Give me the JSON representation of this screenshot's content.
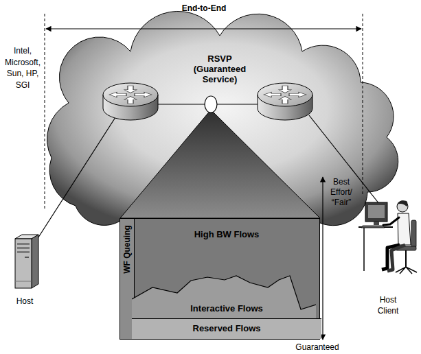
{
  "diagram": {
    "nodes": [
      {
        "text": [
          "RSVP (Guaranteed Service)"
        ]
      },
      {
        "text": [
          "Host"
        ]
      },
      {
        "text": [
          "WF Queuing"
        ]
      },
      {
        "text": [
          "High BW Flows"
        ],
        "in": 2
      },
      {
        "text": [
          "Interactive Flows"
        ],
        "in": 2
      },
      {
        "text": [
          "Reserved Flows"
        ],
        "in": 2
      },
      {
        "text": [
          "Host Client"
        ]
      }
    ],
    "labels": [
      "End-to-End",
      "Intel, Microsoft, Sun, HP, SGI",
      "Best Effort/ “Fair”",
      "Guaranteed"
    ]
  }
}
